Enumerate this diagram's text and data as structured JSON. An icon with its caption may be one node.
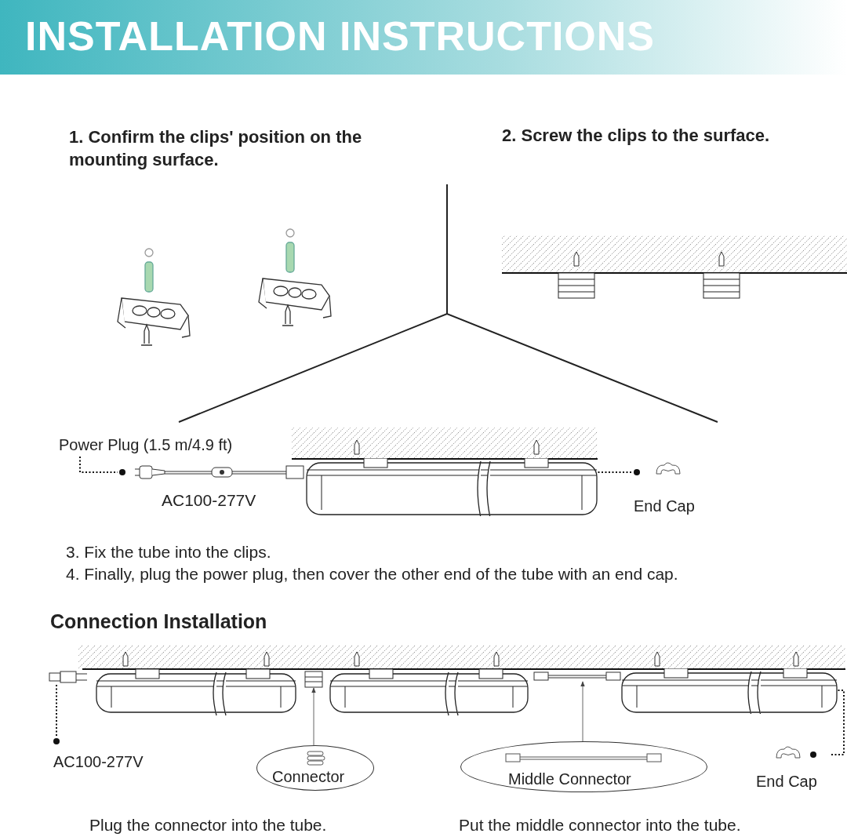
{
  "diagram": {
    "title": "INSTALLATION INSTRUCTIONS",
    "nodes": [
      {
        "text": [
          "Power Plug (1.5 m/4.9 ft)"
        ]
      },
      {
        "text": [],
        "shape": "picture"
      },
      {
        "text": [],
        "shape": "picture"
      },
      {
        "text": [
          "End Cap"
        ]
      },
      {
        "text": [],
        "shape": "picture"
      },
      {
        "text": [],
        "shape": "picture"
      },
      {
        "text": [],
        "shape": "picture"
      },
      {
        "text": [],
        "shape": "picture"
      },
      {
        "text": [
          "AC100-277V"
        ]
      },
      {
        "text": [
          "Connector"
        ]
      },
      {
        "text": [
          "Middle Connector"
        ]
      },
      {
        "text": [
          "End Cap"
        ]
      }
    ],
    "edges": [
      {
        "from": 0,
        "to": 1,
        "arrow": "none",
        "style": "dashed"
      },
      {
        "from": 3,
        "to": 2,
        "arrow": "none",
        "style": "dashed"
      },
      {
        "from": 8,
        "to": 4,
        "arrow": "none",
        "style": "dashed"
      },
      {
        "from": 9,
        "to": 5,
        "arrow": "to"
      },
      {
        "from": 10,
        "to": 6,
        "arrow": "to"
      },
      {
        "from": 11,
        "to": 7,
        "arrow": "none",
        "style": "dashed"
      }
    ],
    "labels": [
      "1. Confirm the clips' position on the mounting surface.",
      "2. Screw the clips to the surface.",
      "AC100-277V",
      "3. Fix the tube into the clips.",
      "4. Finally, plug the power plug, then cover the other end of the tube with an end cap.",
      "Connection Installation",
      "Plug the connector into the tube.",
      "Put the middle connector into the tube."
    ]
  }
}
